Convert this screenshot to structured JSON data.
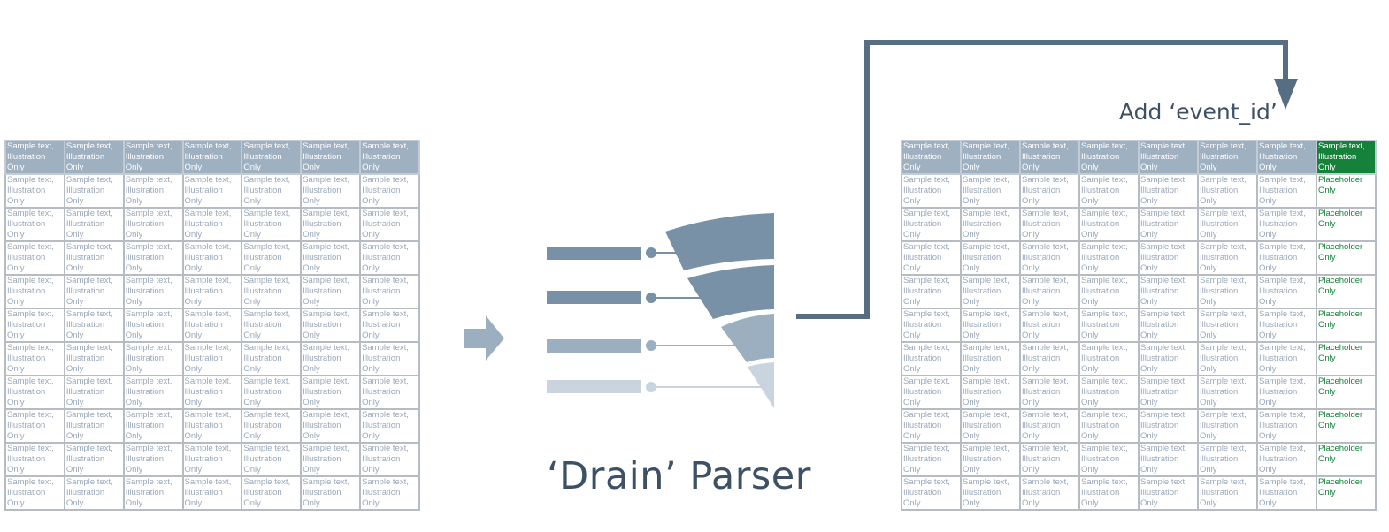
{
  "left_table": {
    "columns": 7,
    "rows": 11,
    "header_text": "Sample text, Illustration Only",
    "cell_text": "Sample text, Illustration Only"
  },
  "right_table": {
    "columns": 8,
    "rows": 11,
    "header_text": "Sample text, Illustration Only",
    "cell_text": "Sample text, Illustration Only",
    "highlight_column": 7,
    "highlight_text": "Placeholder Only"
  },
  "parser_label": "‘Drain’ Parser",
  "add_column_label": "Add ‘event_id’",
  "colors": {
    "header": "#9fb0c1",
    "highlight": "#15813a",
    "funnel_dark": "#7891a6",
    "funnel_mid": "#9bafc0",
    "funnel_light": "#c9d4de",
    "arrow": "#566d82",
    "text": "#3d5166"
  }
}
